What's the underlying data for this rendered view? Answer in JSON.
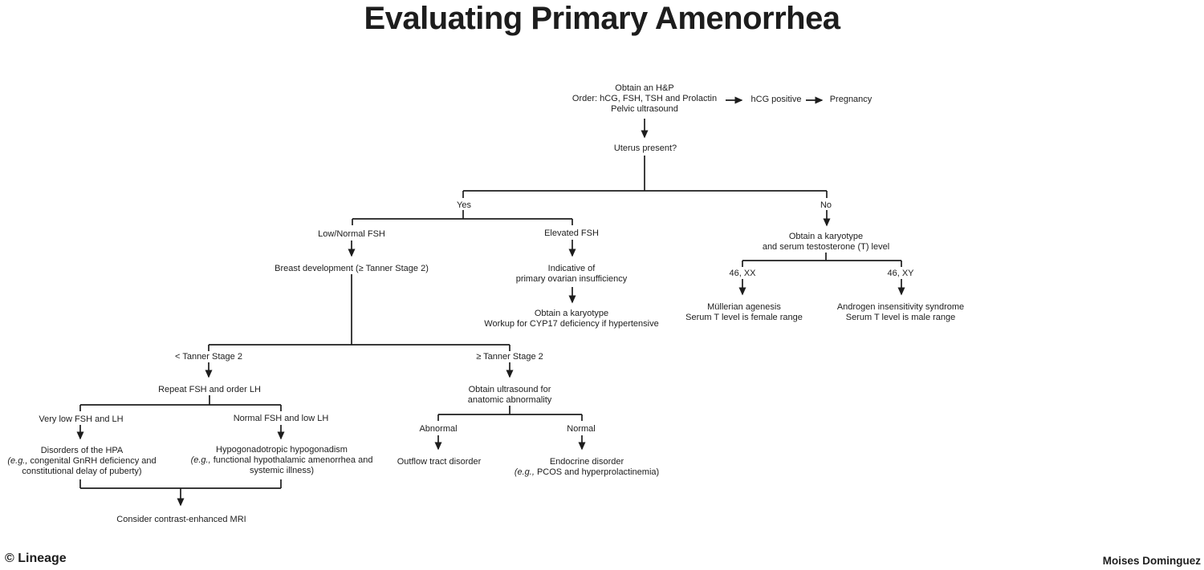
{
  "title": "Evaluating Primary Amenorrhea",
  "colors": {
    "ink": "#1d1d1d",
    "background": "#ffffff"
  },
  "nodes": {
    "root": {
      "line1": "Obtain an H&P",
      "line2": "Order: hCG, FSH, TSH and Prolactin",
      "line3": "Pelvic ultrasound"
    },
    "hcg_positive": "hCG positive",
    "pregnancy": "Pregnancy",
    "uterus_present": "Uterus present?",
    "yes": "Yes",
    "no": "No",
    "low_normal_fsh": "Low/Normal FSH",
    "elevated_fsh": "Elevated FSH",
    "breast_development": "Breast development (≥ Tanner Stage 2)",
    "indicative": {
      "line1": "Indicative of",
      "line2": "primary ovarian insufficiency"
    },
    "karyotype_cyp17": {
      "line1": "Obtain a karyotype",
      "line2": "Workup for CYP17 deficiency if hypertensive"
    },
    "karyotype_t": {
      "line1": "Obtain a karyotype",
      "line2": "and serum testosterone (T) level"
    },
    "xx": "46, XX",
    "xy": "46, XY",
    "mullerian": {
      "line1": "Müllerian agenesis",
      "line2": "Serum T level is female range"
    },
    "androgen": {
      "line1": "Androgen insensitivity syndrome",
      "line2": "Serum T level is male range"
    },
    "tanner_lt": "< Tanner Stage 2",
    "tanner_ge": "≥ Tanner Stage 2",
    "repeat_fsh": "Repeat FSH and order LH",
    "very_low": "Very low FSH and LH",
    "normal_low": "Normal FSH and low LH",
    "hpa": {
      "line1": "Disorders of the HPA",
      "eg": "(e.g.,",
      "line2_rest": " congenital GnRH deficiency and",
      "line3": "constitutional delay of puberty)"
    },
    "hypo": {
      "line1": "Hypogonadotropic hypogonadism",
      "eg": "(e.g.,",
      "line2_rest": " functional hypothalamic amenorrhea and",
      "line3": "systemic illness)"
    },
    "mri": "Consider contrast-enhanced MRI",
    "ultrasound": {
      "line1": "Obtain ultrasound for",
      "line2": "anatomic abnormality"
    },
    "abnormal": "Abnormal",
    "normal": "Normal",
    "outflow": "Outflow tract disorder",
    "endocrine": {
      "line1": "Endocrine disorder",
      "eg": "(e.g.,",
      "line2_rest": " PCOS and hyperprolactinemia)"
    }
  },
  "footer": {
    "copyright": "© Lineage",
    "author": "Moises Dominguez"
  }
}
